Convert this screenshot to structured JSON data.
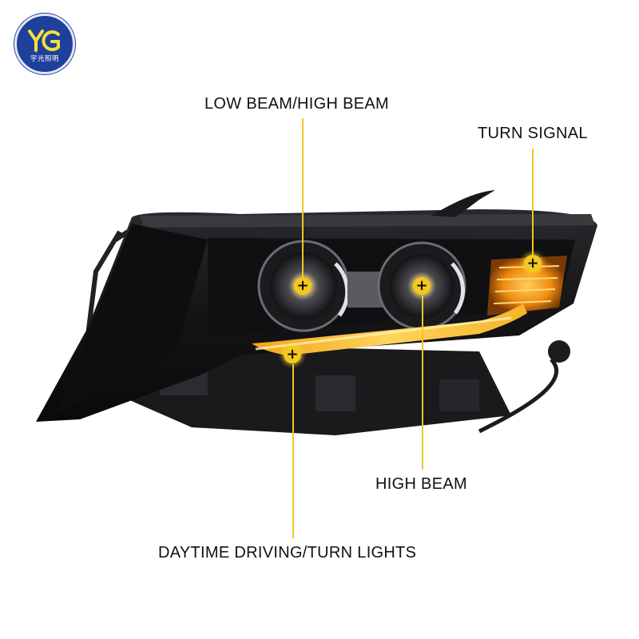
{
  "brand": {
    "name": "宇光照明",
    "mark": "YG",
    "color": "#1e3f9a"
  },
  "image": {
    "subject": "LED headlight assembly",
    "icon": "headlight-photo"
  },
  "callouts": [
    {
      "id": "low-high-beam",
      "label": "LOW BEAM/HIGH BEAM"
    },
    {
      "id": "turn-signal",
      "label": "TURN SIGNAL"
    },
    {
      "id": "high-beam",
      "label": "HIGH BEAM"
    },
    {
      "id": "drl-turn",
      "label": "DAYTIME DRIVING/TURN LIGHTS"
    }
  ],
  "colors": {
    "accent": "#f2c623",
    "housing": "#121214",
    "amber": "#f0a020"
  }
}
